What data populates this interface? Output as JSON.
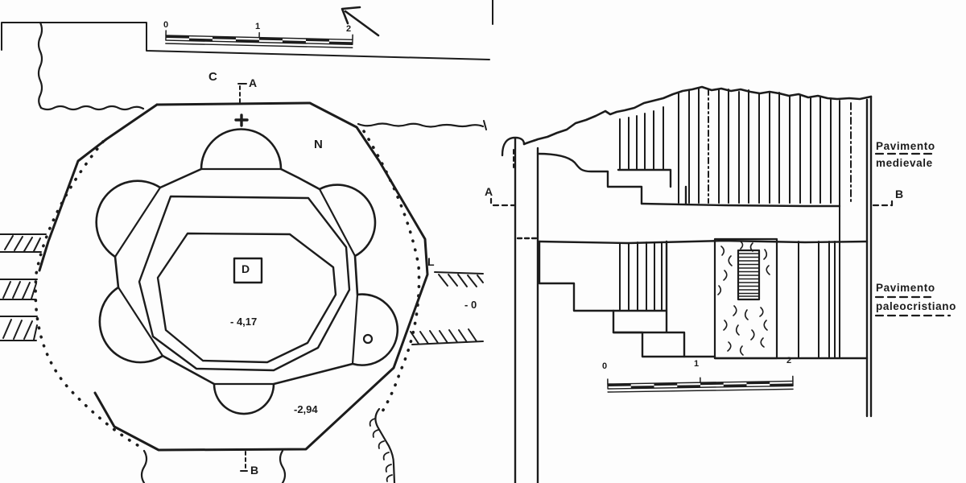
{
  "colors": {
    "ink": "#1c1c1c",
    "paper": "#fdfdfd"
  },
  "plan": {
    "scale_bar": {
      "ticks": [
        "0",
        "1",
        "2"
      ]
    },
    "icons": {
      "north_arrow": "arrow-pointing-upper-left",
      "cross_mark": "plus-cross"
    },
    "section_markers": {
      "c": "C",
      "a": "A",
      "b": "B"
    },
    "labels": {
      "north": "N",
      "l": "L",
      "font_label": "D"
    },
    "depth_annotations": {
      "inner_basin": "- 4,17",
      "lower_floor": "-2,94",
      "right_edge_truncated": "- 0"
    }
  },
  "section": {
    "section_markers": {
      "a": "A",
      "b": "B"
    },
    "floor_labels": {
      "medieval": {
        "line1": "Pavimento",
        "line2": "medievale"
      },
      "paleochristian": {
        "line1": "Pavimento",
        "line2": "paleocristiano"
      }
    },
    "scale_bar": {
      "ticks": [
        "0",
        "1",
        "2"
      ]
    }
  }
}
